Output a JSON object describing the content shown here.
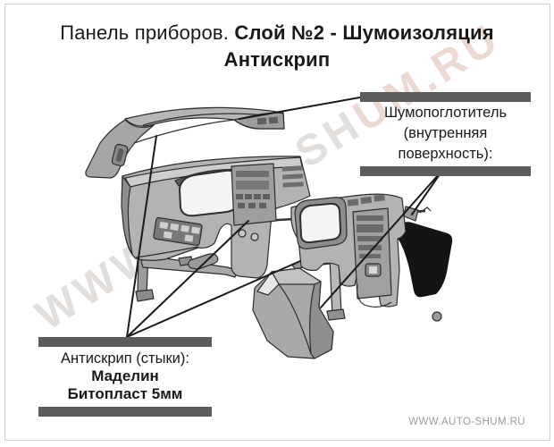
{
  "title": {
    "prefix": "Панель приборов. ",
    "bold": "Слой №2 - Шумоизоляция",
    "line2": "Антискрип"
  },
  "callouts": {
    "right": {
      "lines": [
        "Шумопоглотитель",
        "(внутренняя",
        "поверхность):"
      ]
    },
    "left": {
      "line1": "Антискрип (стыки):",
      "line2": "Маделин",
      "line3": "Битопласт 5мм"
    }
  },
  "watermark": {
    "part1": "WWW.AUTO-SH",
    "part2": "UM.RU"
  },
  "footer": {
    "site": "WWW.AUTO-SHUM.RU"
  },
  "colors": {
    "callout_bar": "#5c5c5c",
    "text": "#1a1a1a",
    "watermark_gray": "#d7d3d1",
    "watermark_pink": "#e6cdc6",
    "footer_text": "#9a9a9a",
    "part_gray": "#b3b3b3",
    "part_black": "#141414",
    "line": "#1b1b1b"
  }
}
